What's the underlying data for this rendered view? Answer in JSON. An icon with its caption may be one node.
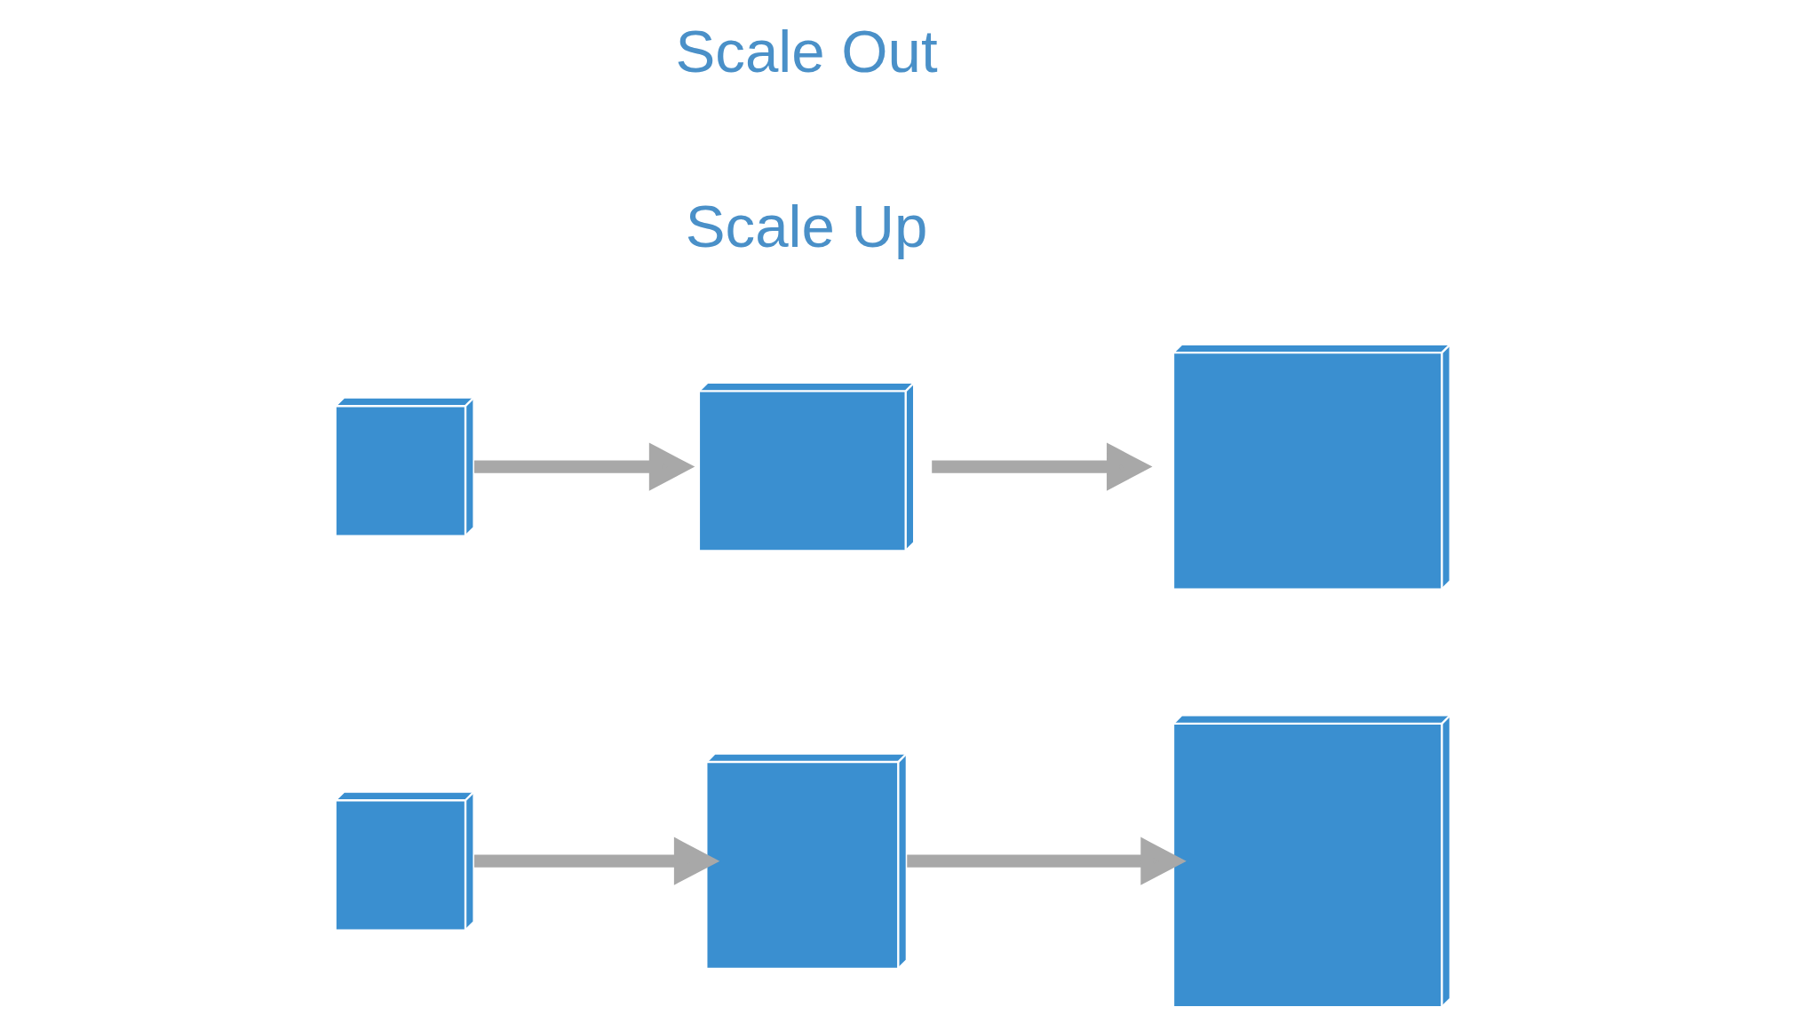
{
  "diagram": {
    "nodes": [
      {
        "text": [],
        "shape": "server"
      },
      {
        "text": [],
        "shape": "server"
      },
      {
        "text": [],
        "shape": "server"
      },
      {
        "text": [],
        "shape": "server"
      },
      {
        "text": [],
        "shape": "server"
      },
      {
        "text": [],
        "shape": "server"
      }
    ],
    "edges": [
      {
        "from": 0,
        "to": 1,
        "arrow": "to"
      },
      {
        "from": 1,
        "to": 2,
        "arrow": "to"
      },
      {
        "from": 3,
        "to": 4,
        "arrow": "to"
      },
      {
        "from": 4,
        "to": 5,
        "arrow": "to"
      }
    ],
    "labels": [
      "Scale Up",
      "Scale Out"
    ]
  }
}
